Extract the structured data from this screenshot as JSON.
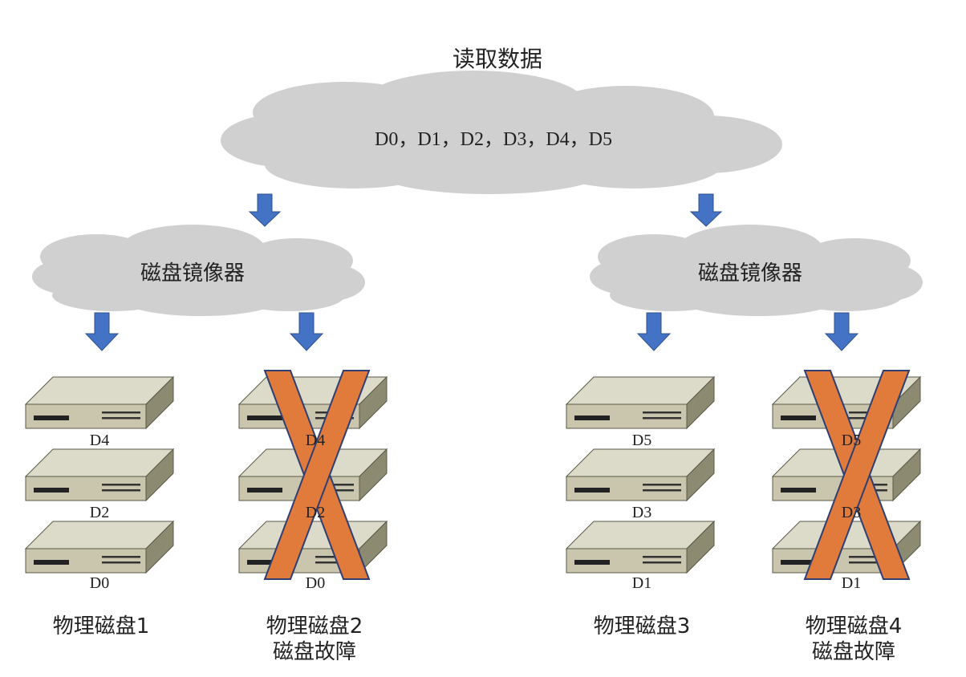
{
  "title": "读取数据",
  "top_cloud": {
    "text": "D0，D1，D2，D3，D4，D5"
  },
  "mirrors": [
    {
      "label": "磁盘镜像器"
    },
    {
      "label": "磁盘镜像器"
    }
  ],
  "disks": [
    {
      "name": "物理磁盘1",
      "status": "",
      "failed": false,
      "blocks": [
        "D4",
        "D2",
        "D0"
      ]
    },
    {
      "name": "物理磁盘2",
      "status": "磁盘故障",
      "failed": true,
      "blocks": [
        "D4",
        "D2",
        "D0"
      ]
    },
    {
      "name": "物理磁盘3",
      "status": "",
      "failed": false,
      "blocks": [
        "D5",
        "D3",
        "D1"
      ]
    },
    {
      "name": "物理磁盘4",
      "status": "磁盘故障",
      "failed": true,
      "blocks": [
        "D5",
        "D3",
        "D1"
      ]
    }
  ],
  "colors": {
    "cloud": "#d0d0d0",
    "arrow": "#4472c4",
    "drive_top": "#dcdac9",
    "drive_front": "#c9c6ad",
    "drive_side": "#8c8a70",
    "fail_cross": "#e07b3c",
    "fail_outline": "#2f3e73"
  }
}
